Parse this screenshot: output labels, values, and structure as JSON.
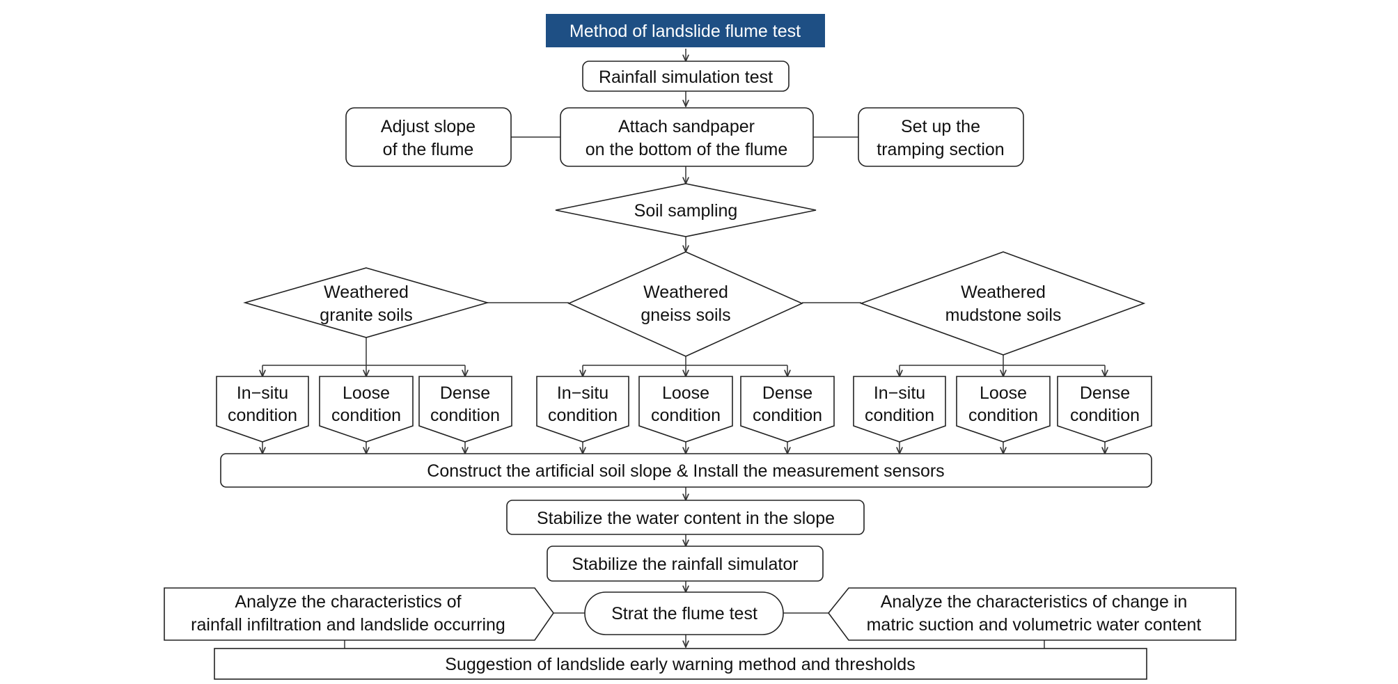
{
  "title": "Method of landslide flume test",
  "colors": {
    "title_bg": "#1e4f84",
    "title_text": "#ffffff",
    "stroke": "#222222"
  },
  "nodes": {
    "rainfall_sim": "Rainfall simulation test",
    "adjust_slope": [
      "Adjust slope",
      "of the flume"
    ],
    "attach_sandpaper": [
      "Attach sandpaper",
      "on the bottom of the flume"
    ],
    "set_up": [
      "Set up the",
      "tramping section"
    ],
    "soil_sampling": "Soil sampling",
    "granite": [
      "Weathered",
      "granite soils"
    ],
    "gneiss": [
      "Weathered",
      "gneiss soils"
    ],
    "mudstone": [
      "Weathered",
      "mudstone soils"
    ],
    "insitu": [
      "In−situ",
      "condition"
    ],
    "loose": [
      "Loose",
      "condition"
    ],
    "dense": [
      "Dense",
      "condition"
    ],
    "construct": "Construct the artificial soil slope & Install the measurement sensors",
    "stabilize_water": "Stabilize the water content in the slope",
    "stabilize_rain": "Stabilize the rainfall simulator",
    "analyze_left": [
      "Analyze the characteristics of",
      "rainfall infiltration and landslide occurring"
    ],
    "start_test": "Strat the flume test",
    "analyze_right": [
      "Analyze the characteristics of change in",
      "matric suction and volumetric water content"
    ],
    "suggestion": "Suggestion of landslide early warning method and thresholds"
  }
}
